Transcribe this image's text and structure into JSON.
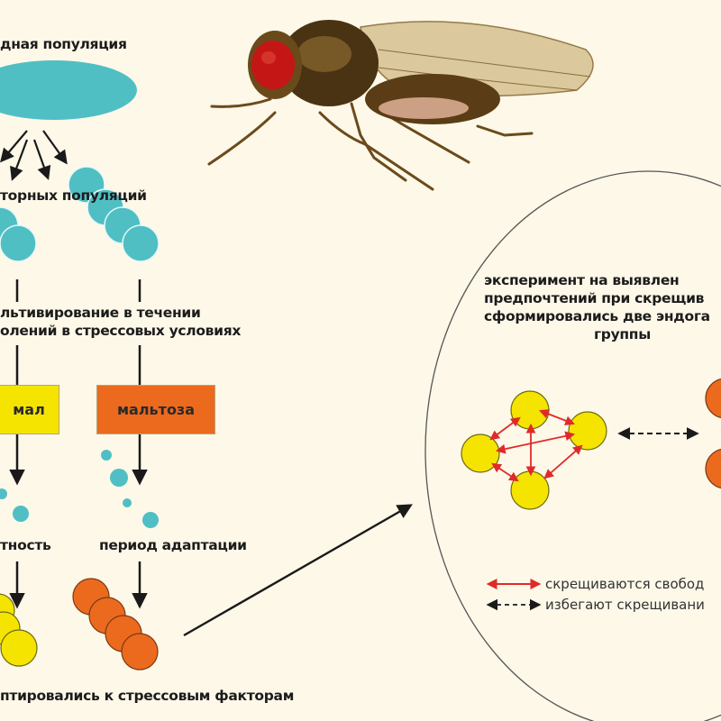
{
  "labels": {
    "source_population": "дная популяция",
    "replicate_populations": "торных популяций",
    "cultivation_line1": "льтивирование в течении",
    "cultivation_line2": "олений в стрессовых условиях",
    "low_fertility": "тность",
    "adaptation_period": "период адаптации",
    "adapted_to_stress": "птировались к стрессовым факторам"
  },
  "media_boxes": {
    "left": {
      "label": "мал",
      "color": "#f5e400"
    },
    "right": {
      "label": "мальтоза",
      "color": "#ec6a1e"
    }
  },
  "experiment": {
    "title_line1": "эксперимент на выявлен",
    "title_line2": "предпочтений при скрещив",
    "title_line3": "сформировались две эндога",
    "title_line4": "группы"
  },
  "legend": [
    {
      "icon": "red-double-arrow",
      "label": "скрещиваются свобод",
      "color": "#e02a2a"
    },
    {
      "icon": "black-dashed-double-arrow",
      "label": "избегают скрещивани",
      "color": "#222222"
    }
  ],
  "colors": {
    "background": "#fdf8e8",
    "teal": "#4fbfc4",
    "yellow": "#f5e400",
    "orange": "#ec6a1e",
    "red_arrow": "#e02a2a"
  }
}
